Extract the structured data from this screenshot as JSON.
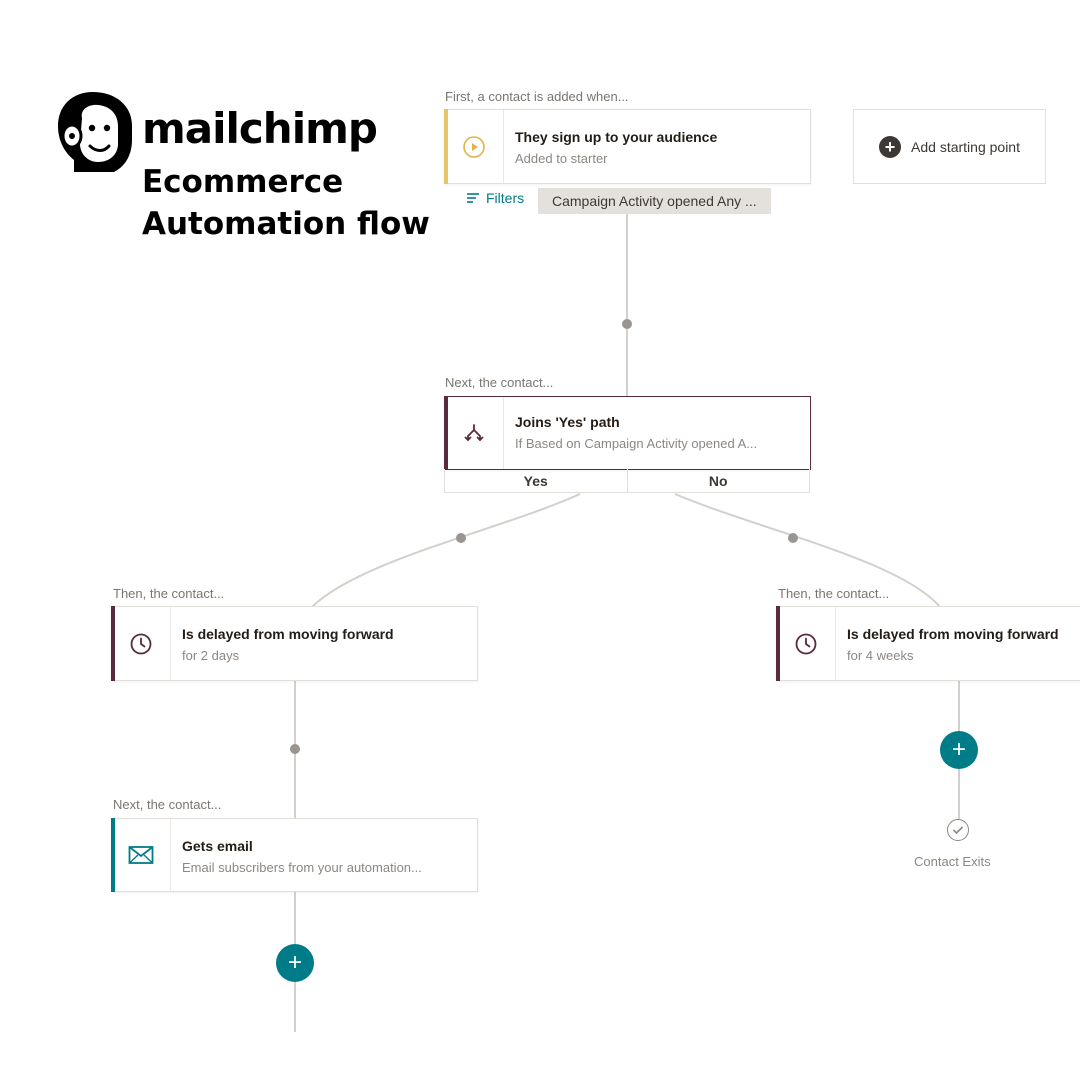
{
  "branding": {
    "logo_name": "mailchimp",
    "subtitle_line1": "Ecommerce",
    "subtitle_line2": "Automation flow"
  },
  "colors": {
    "teal": "#007c89",
    "plum": "#5a2a3e",
    "trigger_yellow": "#e9c46a",
    "connector_gray": "#d3d0cb"
  },
  "trigger": {
    "caption": "First, a contact is added when...",
    "icon": "play-icon",
    "title": "They sign up to your audience",
    "subtitle": "Added to starter",
    "filters_label": "Filters",
    "filter_chip": "Campaign Activity opened Any ...",
    "add_starting_point_label": "Add starting point"
  },
  "condition": {
    "caption": "Next, the contact...",
    "icon": "branch-icon",
    "title": "Joins 'Yes' path",
    "subtitle": "If Based on Campaign Activity opened A...",
    "yes_label": "Yes",
    "no_label": "No"
  },
  "yes_branch": {
    "delay": {
      "caption": "Then, the contact...",
      "icon": "clock-icon",
      "title": "Is delayed from moving forward",
      "subtitle": "for 2 days"
    },
    "email": {
      "caption": "Next, the contact...",
      "icon": "envelope-icon",
      "title": "Gets email",
      "subtitle": "Email subscribers from your automation..."
    },
    "add_label": "+"
  },
  "no_branch": {
    "delay": {
      "caption": "Then, the contact...",
      "icon": "clock-icon",
      "title": "Is delayed from moving forward",
      "subtitle": "for 4 weeks"
    },
    "add_label": "+",
    "exit_label": "Contact Exits"
  }
}
